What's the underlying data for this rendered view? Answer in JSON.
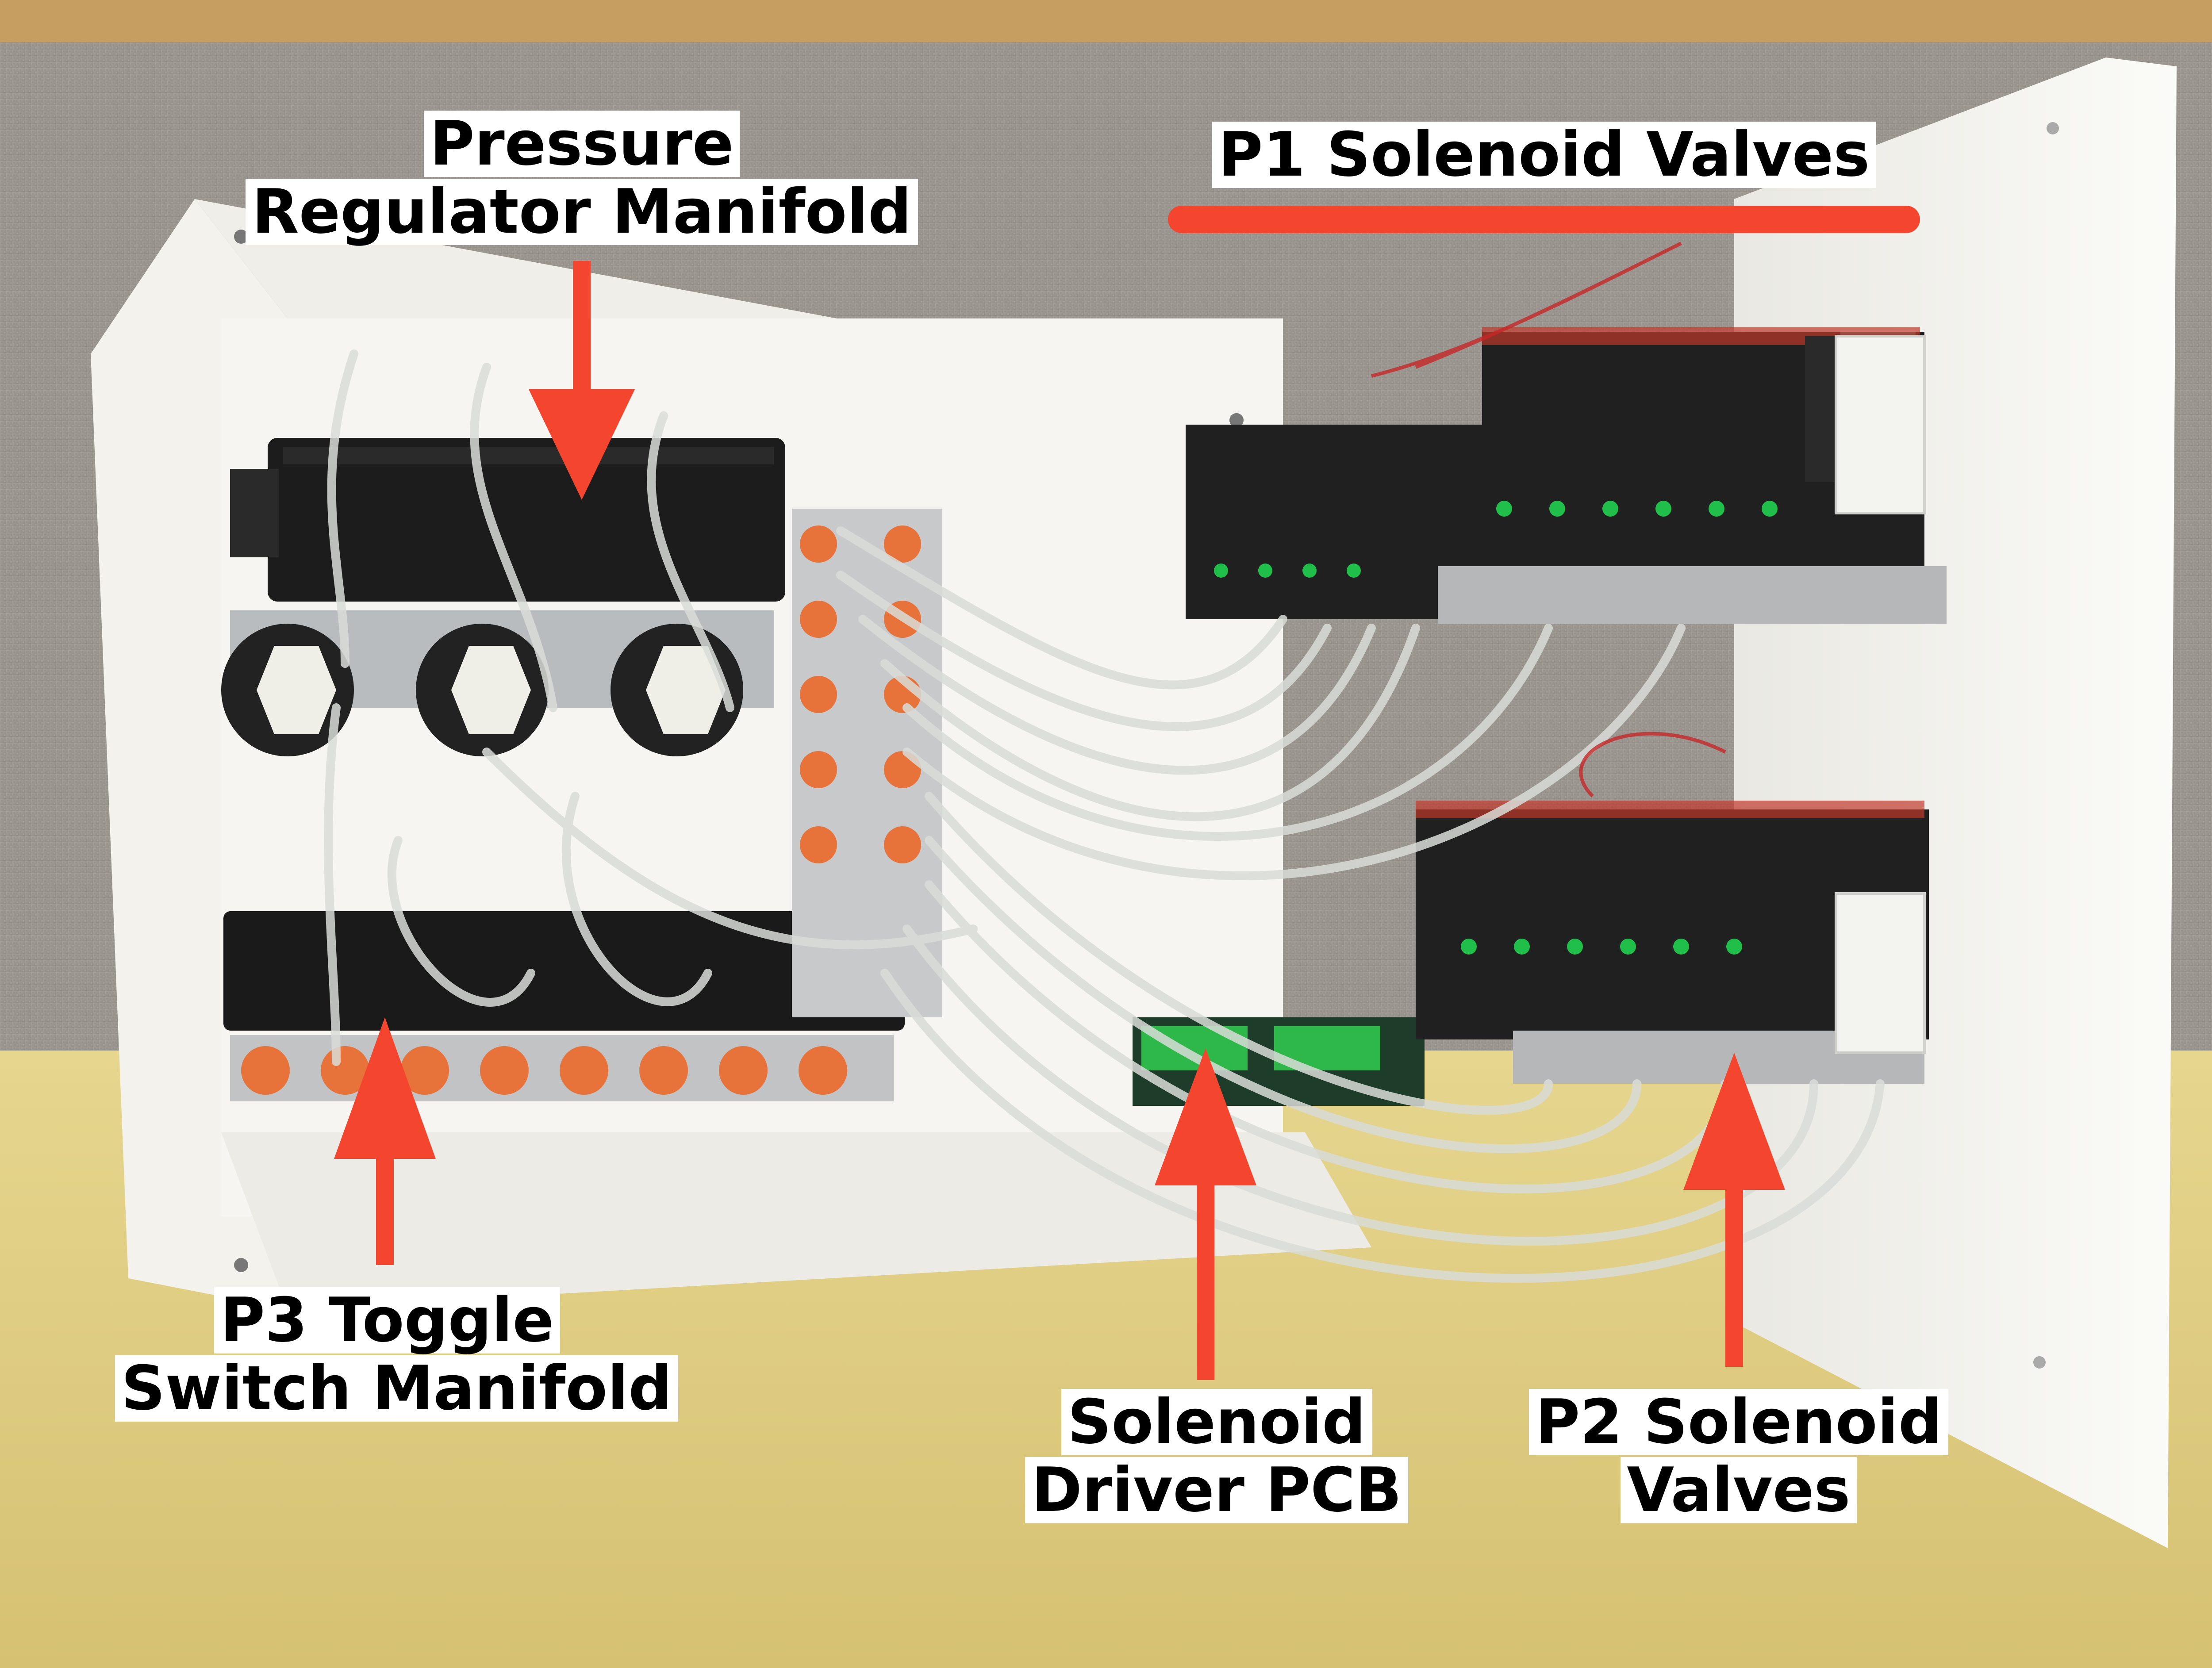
{
  "annotations": {
    "pressure_regulator": [
      "Pressure",
      "Regulator Manifold"
    ],
    "p1_valves": [
      "P1 Solenoid Valves"
    ],
    "p3_toggle": [
      "P3 Toggle",
      "Switch Manifold"
    ],
    "driver_pcb": [
      "Solenoid",
      "Driver PCB"
    ],
    "p2_valves": [
      "P2 Solenoid",
      "Valves"
    ]
  },
  "colors": {
    "arrow": "#f4452e",
    "wall": "#9e9893",
    "desk": "#e0cf86",
    "enclosure": "#f5f4ef",
    "manifold": "#1c1c1c",
    "tubing": "#d9dcd8",
    "valve_green": "#1fbf4a"
  }
}
